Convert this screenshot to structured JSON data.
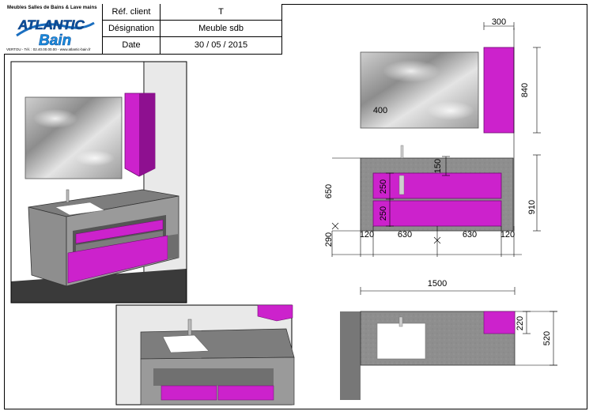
{
  "title_block": {
    "company_tagline": "Meubles Salles de Bains & Lave mains",
    "company_logo": "ATLANTIC Bain",
    "company_contact": "VERTOU - Tél. : 02.40.00.00.00 - www.atlantic-bain.fr",
    "rows": [
      {
        "label": "Réf. client",
        "value": "T"
      },
      {
        "label": "Désignation",
        "value": "Meuble sdb"
      },
      {
        "label": "Date",
        "value": "30 / 05 / 2015"
      }
    ]
  },
  "dimensions": {
    "cabinet_depth": "300",
    "cabinet_height": "840",
    "mirror_width": "400",
    "tap_offset": "150",
    "drawer_top": "250",
    "drawer_bottom": "250",
    "height_650": "650",
    "height_290": "290",
    "height_910": "910",
    "side_left": "120",
    "drawer_left_width": "630",
    "drawer_right_width": "630",
    "side_right": "120",
    "total_width": "1500",
    "plan_cabinet": "220",
    "plan_depth": "520"
  },
  "colors": {
    "magenta": "#cc22cc",
    "magenta_dark": "#8e1090",
    "concrete": "#8f8f8f",
    "concrete_dark": "#6e6e6e",
    "wall": "#e9e9e9",
    "floor": "#3a3a3a"
  }
}
